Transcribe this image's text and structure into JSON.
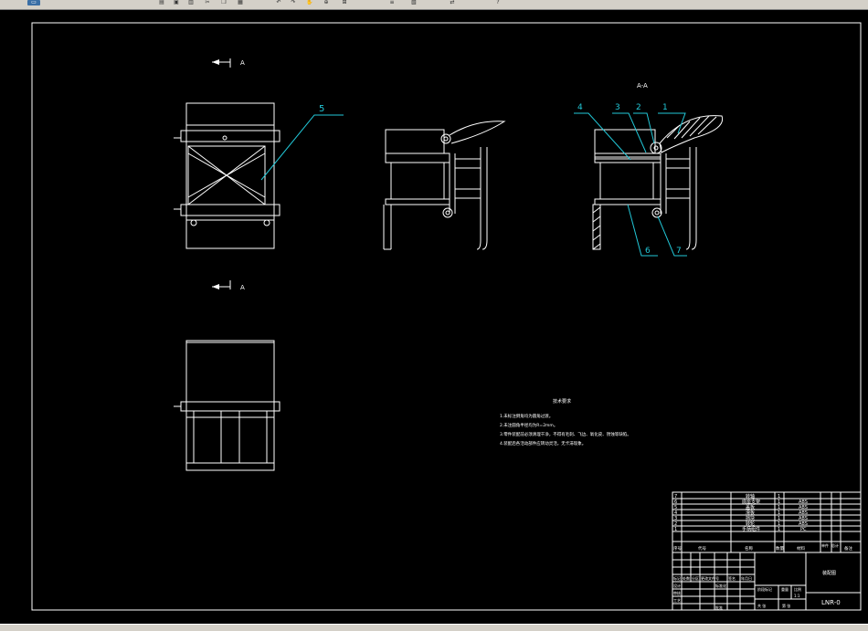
{
  "toolbar": {
    "icons": [
      "file-icon",
      "open-icon",
      "save-icon",
      "print-icon",
      "cut-icon",
      "copy-icon",
      "paste-icon",
      "undo-icon",
      "redo-icon",
      "pan-icon",
      "zoom-icon",
      "zoom-window-icon",
      "layer-icon",
      "properties-icon",
      "match-icon",
      "help-icon"
    ]
  },
  "colors": {
    "background": "#000000",
    "lines": "#ffffff",
    "annotations": "#22c8d8"
  },
  "drawing": {
    "section_marker_top": "A",
    "section_marker_bottom": "A",
    "section_title": "A-A",
    "callouts": [
      "1",
      "2",
      "3",
      "4",
      "5",
      "6",
      "7"
    ],
    "notes_title": "技术要求",
    "notes": [
      "1.未标注倒角均为圆角过渡。",
      "2.未注圆角半径均为R=2mm。",
      "3.零件装配前必须清理干净，不得有毛刺、飞边、氧化皮、锈蚀等缺陷。",
      "4.装配后各活动部件应转动灵活，无卡滞现象。"
    ]
  },
  "bom": {
    "rows": [
      {
        "seq": "7",
        "name": "转轴",
        "qty": "1",
        "material": ""
      },
      {
        "seq": "6",
        "name": "底座支架",
        "qty": "1",
        "material": "ABS"
      },
      {
        "seq": "5",
        "name": "盖板",
        "qty": "1",
        "material": "ABS"
      },
      {
        "seq": "4",
        "name": "滑板",
        "qty": "1",
        "material": "ABS"
      },
      {
        "seq": "3",
        "name": "挡块",
        "qty": "1",
        "material": "ABS"
      },
      {
        "seq": "2",
        "name": "转轮",
        "qty": "1",
        "material": "ABS"
      },
      {
        "seq": "1",
        "name": "手柄组件",
        "qty": "1",
        "material": "PC"
      }
    ],
    "header": {
      "seq": "序号",
      "code": "代号",
      "name": "名称",
      "qty": "数量",
      "material": "材料",
      "unit_weight": "单件",
      "total_weight": "总计",
      "remark": "备注"
    }
  },
  "title_block": {
    "mark": "标记",
    "count": "处数",
    "zone": "分区",
    "change_doc": "更改文件号",
    "signature": "签名",
    "date": "年月日",
    "design": "设计",
    "check": "审核",
    "process": "工艺",
    "standard": "标准化",
    "approve": "批准",
    "stage": "阶段标记",
    "weight": "重量",
    "scale": "比例",
    "scale_value": "1:1",
    "sheets": "共 张",
    "sheet": "第 张",
    "drawing_name": "装配图",
    "drawing_number": "LNR-0"
  }
}
